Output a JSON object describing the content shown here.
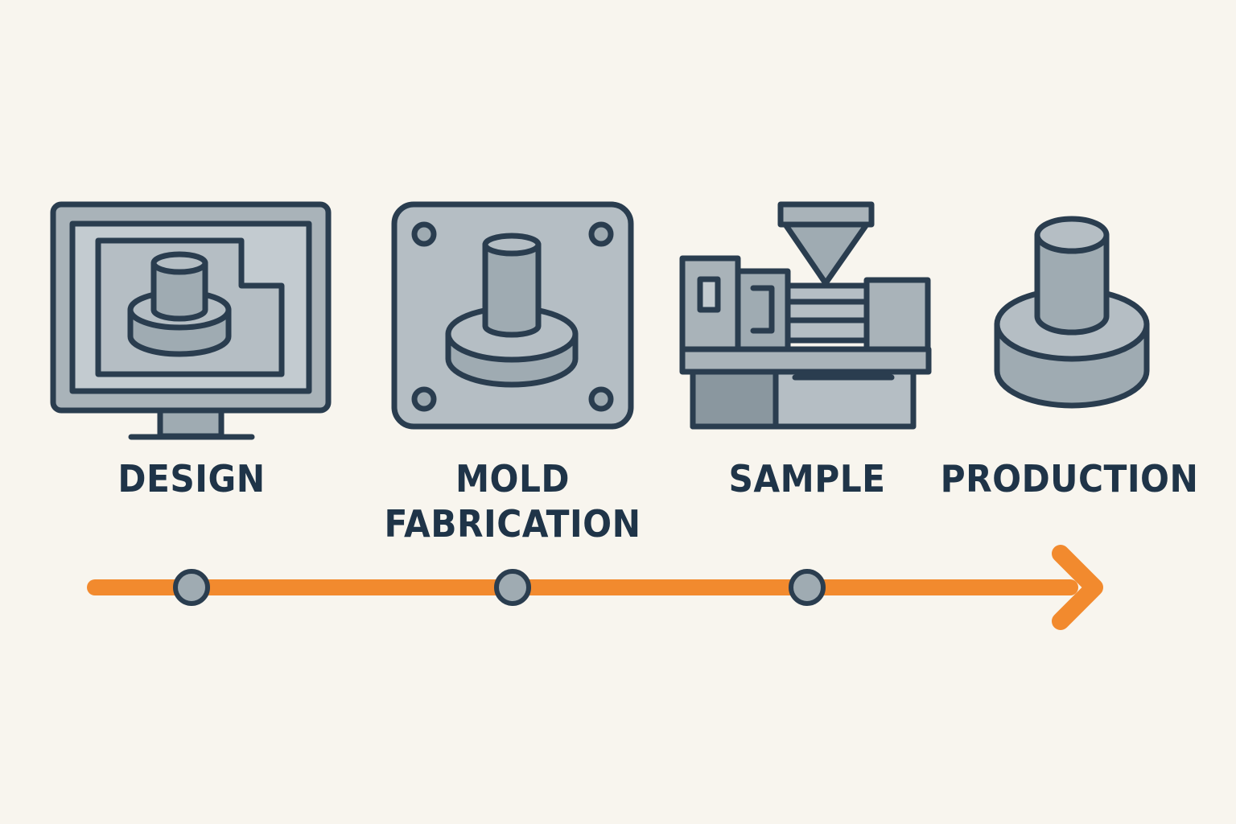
{
  "colors": {
    "background": "#f8f5ee",
    "outline": "#2a3d4f",
    "fill_light": "#b5bec4",
    "fill_mid": "#9fabb2",
    "fill_dark": "#8a979f",
    "text": "#1f3448",
    "arrow": "#f28a2e"
  },
  "stages": [
    {
      "icon": "computer-monitor-icon",
      "label_lines": [
        "DESIGN"
      ]
    },
    {
      "icon": "mold-plate-icon",
      "label_lines": [
        "MOLD",
        "FABRICATION"
      ]
    },
    {
      "icon": "injection-molding-machine-icon",
      "label_lines": [
        "SAMPLE"
      ]
    },
    {
      "icon": "molded-part-icon",
      "label_lines": [
        "PRODUCTION"
      ]
    }
  ],
  "timeline": {
    "direction": "left-to-right",
    "milestones": 3
  }
}
